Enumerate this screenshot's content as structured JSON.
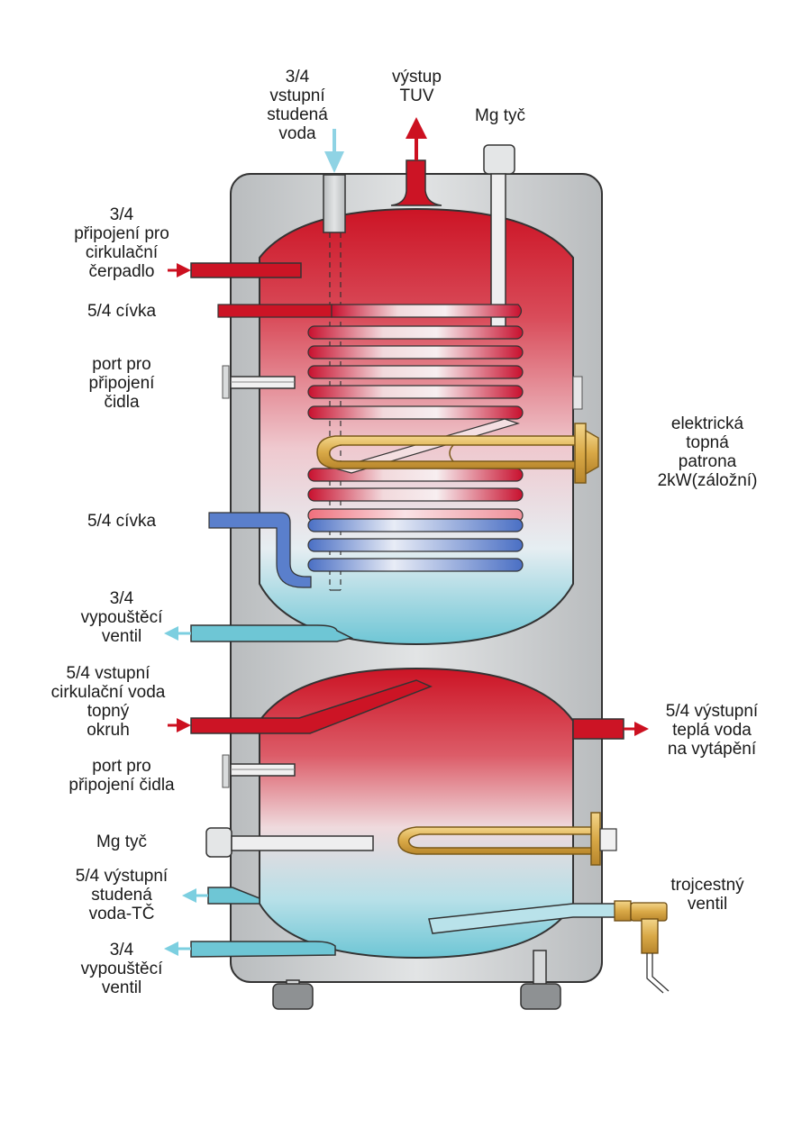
{
  "colors": {
    "hot": "#c8102e",
    "cold": "#6cc6d6",
    "steel": "#c9ccce",
    "coil_cold": "#4a6fc4",
    "brass": "#d6a94a",
    "arrow_hot": "#cc1020",
    "arrow_cold": "#7ccfe0"
  },
  "labels": {
    "cold_in": "3/4\nvstupní\nstudená\nvoda",
    "hot_out": "výstup\nTUV",
    "mg_top": "Mg tyč",
    "circ_pump": "3/4\npřipojení pro\ncirkulační\nčerpadlo",
    "coil_top": "5/4 cívka",
    "sensor_top": "port pro\npřipojení\nčidla",
    "heater_el": "elektrická\ntopná\npatrona\n2kW(záložní)",
    "coil_bottom": "5/4 cívka",
    "drain_top": "3/4\nvypouštěcí\nventil",
    "circ_in": "5/4 vstupní\ncirkulační voda\ntopný\nokruh",
    "heat_out": "5/4 výstupní\nteplá voda\nna vytápění",
    "sensor_bottom": "port pro\npřipojení čidla",
    "mg_bottom": "Mg tyč",
    "cold_out": "5/4 výstupní\nstudená\nvoda-TČ",
    "three_way": "trojcestný\nventil",
    "drain_bottom": "3/4\nvypouštěcí\nventil"
  }
}
